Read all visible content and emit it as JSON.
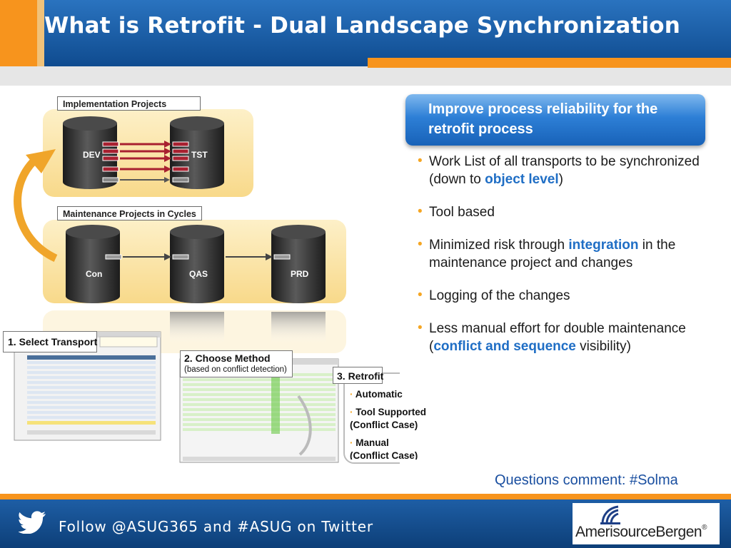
{
  "slide": {
    "title": "What is Retrofit - Dual Landscape Synchronization"
  },
  "diagram": {
    "implementation_label": "Implementation Projects",
    "maintenance_label": "Maintenance Projects in Cycles",
    "dev": "DEV",
    "tst": "TST",
    "con": "Con",
    "qas": "QAS",
    "prd": "PRD",
    "step1": "1. Select Transport",
    "step2_title": "2. Choose Method",
    "step2_sub": "(based on conflict detection)",
    "step3": "3. Retrofit",
    "options": {
      "automatic": "Automatic",
      "tool_supported_1": "Tool Supported",
      "tool_supported_2": "(Conflict Case)",
      "manual_1": "Manual",
      "manual_2": "(Conflict Case)"
    }
  },
  "panel": {
    "banner": "Improve process reliability for the retrofit process",
    "bullets": [
      {
        "pre": "Work List of all transports to be synchronized (down to ",
        "hl": "object level",
        "post": ")"
      },
      {
        "pre": "Tool based",
        "hl": "",
        "post": ""
      },
      {
        "pre": "Minimized risk through ",
        "hl": "integration",
        "post": " in the maintenance project and changes"
      },
      {
        "pre": "Logging of the changes",
        "hl": "",
        "post": ""
      },
      {
        "pre": "Less manual effort for double maintenance (",
        "hl": "conflict and sequence",
        "post": " visibility)"
      }
    ]
  },
  "footer": {
    "questions": "Questions comment:  #Solma",
    "twitter": "Follow @ASUG365 and #ASUG on Twitter",
    "logo": "AmerisourceBergen",
    "trademark": "®"
  },
  "colors": {
    "header_blue": "#1a5fa8",
    "accent_orange": "#f7941d",
    "highlight_blue": "#1f6ec5",
    "panel_yellow": "#fbe3a8"
  }
}
